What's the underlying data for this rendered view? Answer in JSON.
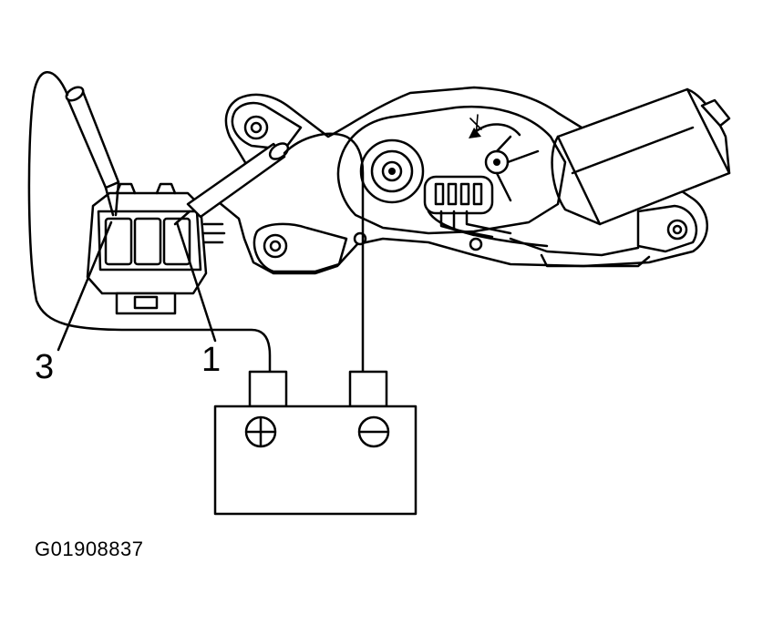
{
  "labels": {
    "pin_left": "3",
    "pin_right": "1",
    "figure_id": "G01908837"
  },
  "battery": {
    "positive_symbol": "plus-terminal",
    "negative_symbol": "minus-terminal"
  },
  "colors": {
    "line": "#000000",
    "background": "#ffffff"
  }
}
